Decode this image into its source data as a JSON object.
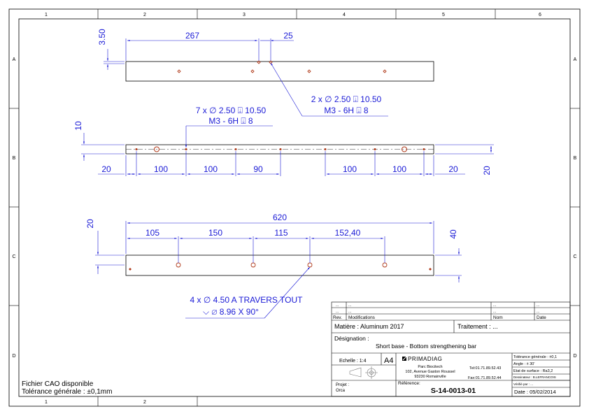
{
  "sheet": {
    "columns": [
      "1",
      "2",
      "3",
      "4",
      "5",
      "6"
    ],
    "columns_bottom": [
      "1",
      "2"
    ],
    "rows": [
      "A",
      "B",
      "C",
      "D"
    ],
    "cad_note": "Fichier CAO disponible",
    "tolerance_note": "Tolérance générale : ±0,1mm"
  },
  "view_top": {
    "d_3_50": "3.50",
    "d_267": "267",
    "d_25": "25",
    "callout_line1": "2 x ∅ 2.50 ⍗ 10.50",
    "callout_line2": "M3 - 6H ⍗ 8"
  },
  "view_middle": {
    "callout_line1": "7 x ∅ 2.50 ⍗ 10.50",
    "callout_line2": "M3 - 6H ⍗ 8",
    "d_10": "10",
    "d_20_left": "20",
    "d_100_a": "100",
    "d_100_b": "100",
    "d_90": "90",
    "d_100_c": "100",
    "d_100_d": "100",
    "d_20_right": "20",
    "d_20_vert": "20"
  },
  "view_bottom": {
    "d_620": "620",
    "d_20": "20",
    "d_105": "105",
    "d_150": "150",
    "d_115": "115",
    "d_152_40": "152,40",
    "d_40": "40",
    "callout_line1": "4 x ∅ 4.50 A TRAVERS TOUT",
    "callout_line2": "⌵ ∅ 8.96 X 90°"
  },
  "title_block": {
    "rev_placeholder_1": "...",
    "rev_placeholder_2": "...",
    "rev_placeholder_3": "...",
    "rev_placeholder_4": "...",
    "rev_placeholder_5": "...",
    "rev_placeholder_6": "...",
    "rev_label": "Rev.",
    "modifications_label": "Modifications",
    "nom_label": "Nom",
    "date_label": "Date",
    "matiere": "Matière : Aluminum 2017",
    "traitement": "Traitement : ...",
    "designation_label": "Désignation :",
    "designation_value": "Short base - Bottom strengthening bar",
    "echelle": "Echelle : 1:4",
    "format": "A4",
    "company": "PRIMADIAG",
    "address_1": "Parc Biocitech",
    "address_2": "102, Avenue Gaston Roussel",
    "address_3": "93230 Romainville",
    "tel": "Tel:01.71.89.52.43",
    "fax": "Fax:01.71.89.52.44",
    "tol_generale": "Tolérance générale : ±0,1",
    "angle": "Angle : ± 30'",
    "etat_surface": "Etat de surface : Ra3,2",
    "dessinateur": "Dessinateur : B.LEFRANCOIS",
    "verifie_par": "Vérifié par : ...",
    "projet_label": "Projet :",
    "projet_value": "Orca",
    "reference_label": "Référence:",
    "reference_value": "S-14-0013-01",
    "date_value": "Date : 05/02/2014"
  },
  "colors": {
    "dimension": "#1a1ad6",
    "hole": "#b03a1a",
    "outline": "#000000"
  }
}
